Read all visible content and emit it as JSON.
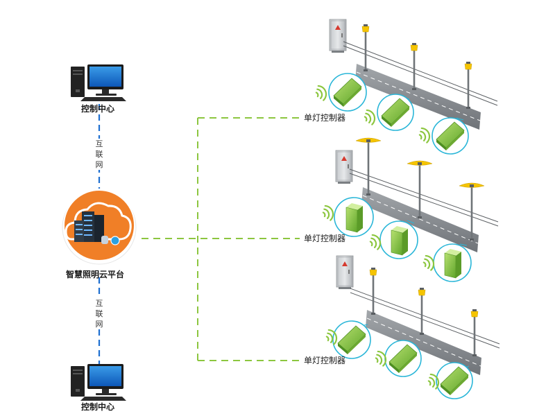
{
  "nodes": {
    "control_center_top": {
      "label": "控制中心"
    },
    "cloud_platform": {
      "label": "智慧照明云平台"
    },
    "control_center_bottom": {
      "label": "控制中心"
    },
    "link_top": {
      "label": "互联网",
      "chars": [
        "互",
        "联",
        "网"
      ]
    },
    "link_bottom": {
      "label": "互联网",
      "chars": [
        "互",
        "联",
        "网"
      ]
    }
  },
  "groups": [
    {
      "label": "单灯控制器",
      "controller_style": "flat"
    },
    {
      "label": "单灯控制器",
      "controller_style": "upright"
    },
    {
      "label": "单灯控制器",
      "controller_style": "flat"
    }
  ],
  "colors": {
    "internet_line": "#1e6fd0",
    "controller_line": "#8cc63f",
    "cloud_ring": "#f07f27",
    "controller_green": "#8cc63f",
    "circle_outline": "#29b6d8",
    "road": "#8a8f94",
    "lamp_head": "#f5c400",
    "cabinet": "#d9dcde"
  }
}
